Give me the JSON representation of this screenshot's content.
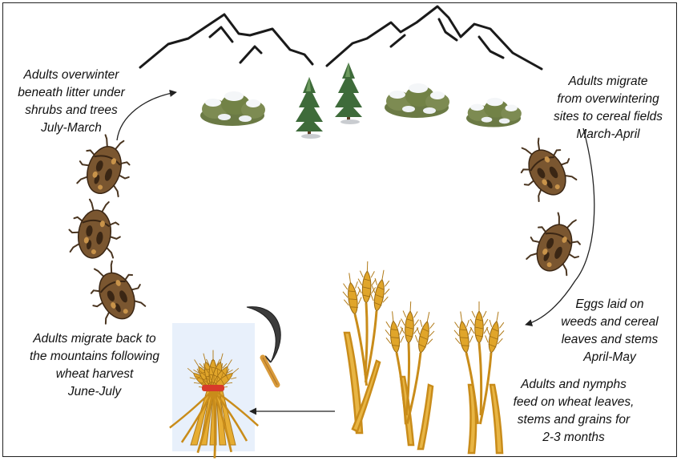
{
  "labels": {
    "overwinter": [
      "Adults overwinter",
      "beneath litter under",
      "shrubs and trees",
      "July-March"
    ],
    "migrate_to_fields": [
      "Adults migrate",
      "from overwintering",
      "sites to cereal fields",
      "March-April"
    ],
    "eggs": [
      "Eggs laid on",
      "weeds and cereal",
      "leaves and stems",
      "April-May"
    ],
    "feed": [
      "Adults and nymphs",
      "feed on wheat leaves,",
      "stems and grains for",
      "2-3 months"
    ],
    "migrate_back": [
      "Adults migrate back to",
      "the mountains following",
      "wheat harvest",
      "June-July"
    ]
  },
  "colors": {
    "mountain": "#1a1a1a",
    "shrub": "#6b7a45",
    "snow": "#f4f6f8",
    "pine": "#3e6b3a",
    "bug_body": "#7a5630",
    "bug_spot": "#3a2614",
    "wheat": "#e0a52a",
    "wheat_dark": "#b07a18",
    "sheaf_bg": "#e8f0fb",
    "arrow": "#222222"
  },
  "icons": [
    "mountain-range-icon",
    "snowy-shrub-icon",
    "pine-tree-icon",
    "stink-bug-icon",
    "wheat-stalk-icon",
    "wheat-sheaf-icon",
    "sickle-icon"
  ]
}
